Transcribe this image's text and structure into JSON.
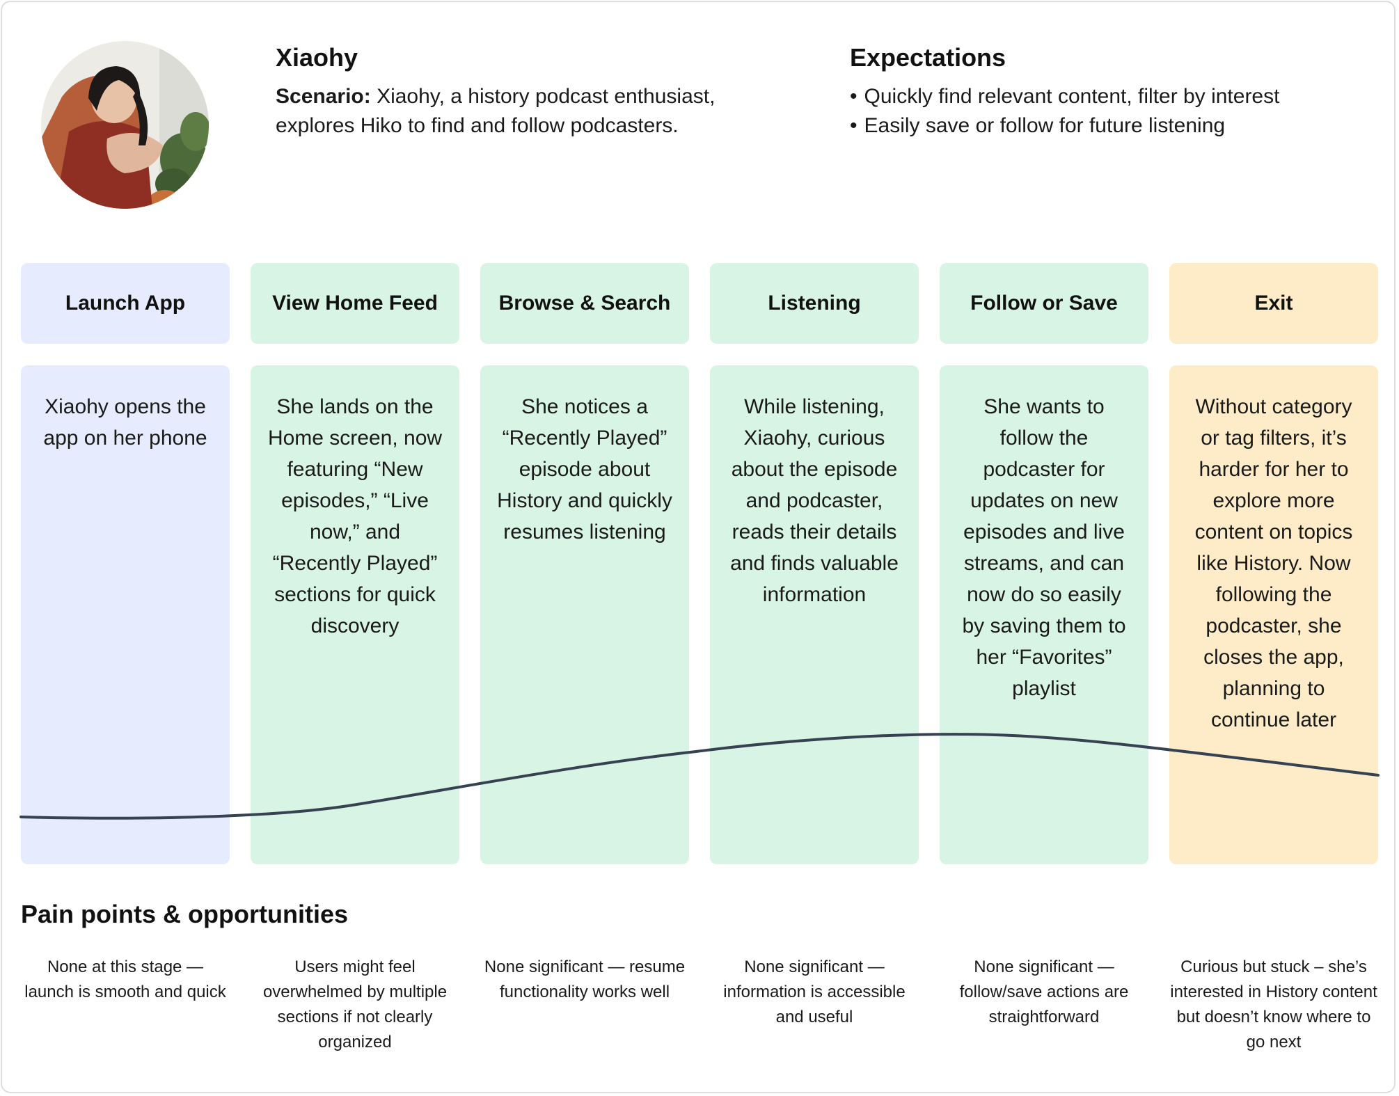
{
  "persona": {
    "name": "Xiaohy",
    "scenario_label": "Scenario:",
    "scenario_text": "Xiaohy, a history podcast enthusiast, explores Hiko to find and follow podcasters.",
    "avatar_icon": "persona-photo"
  },
  "expectations": {
    "title": "Expectations",
    "items": [
      "Quickly find relevant content, filter by interest",
      "Easily save or follow for future listening"
    ]
  },
  "stages": [
    {
      "title": "Launch App",
      "description": "Xiaohy opens the app on her phone",
      "color": "#e6ebfd"
    },
    {
      "title": "View Home Feed",
      "description": "She lands on the Home screen, now featuring “New episodes,” “Live now,” and “Recently Played” sections for quick discovery",
      "color": "#d8f4e4"
    },
    {
      "title": "Browse & Search",
      "description": "She notices a “Recently Played” episode about History and quickly resumes listening",
      "color": "#d8f4e4"
    },
    {
      "title": "Listening",
      "description": "While listening, Xiaohy, curious about the episode and podcaster, reads their details and finds valuable information",
      "color": "#d8f4e4"
    },
    {
      "title": "Follow or Save",
      "description": "She wants to follow the podcaster for updates on new episodes and live streams, and can now do so easily by saving them to her “Favorites” playlist",
      "color": "#d8f4e4"
    },
    {
      "title": "Exit",
      "description": "Without category or tag filters, it’s harder for her to explore more content on topics like History. Now following the podcaster, she closes the app, planning to continue later",
      "color": "#feecc9"
    }
  ],
  "emotion_curve_color": "#364152",
  "pain_points": {
    "title": "Pain points & opportunities",
    "items": [
      "None at this stage — launch is smooth and quick",
      "Users might feel overwhelmed by multiple sections if not clearly organized",
      "None significant — resume functionality works well",
      "None significant — information is accessible and useful",
      "None significant — follow/save actions are straightforward",
      "Curious but stuck – she’s interested in History content but doesn’t know where to go next"
    ]
  }
}
